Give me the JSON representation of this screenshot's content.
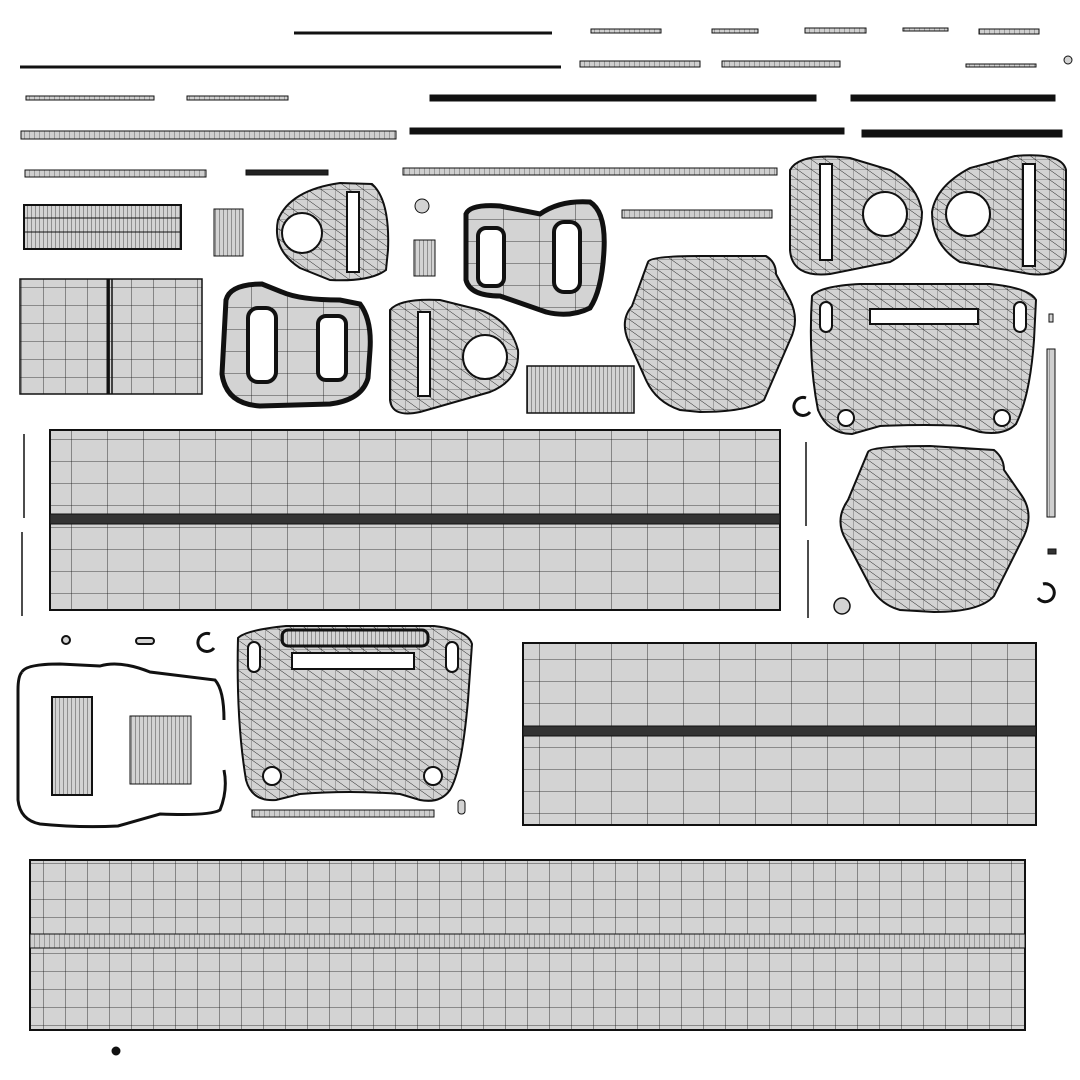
{
  "sheet": {
    "type": "uv-layout-wireframe",
    "background": "#ffffff",
    "fill_color": "#d3d3d3",
    "line_color": "#111111",
    "strip_fill": "#bfbfbf",
    "text_labels": []
  },
  "islands": [
    {
      "name": "top-strip",
      "shape": "strip"
    },
    {
      "name": "long-panel",
      "shape": "grid-panel"
    },
    {
      "name": "pad-piece",
      "shape": "pad"
    },
    {
      "name": "pull-tab",
      "shape": "tab"
    },
    {
      "name": "seat-shell",
      "shape": "bucket"
    },
    {
      "name": "backrest",
      "shape": "backrest"
    },
    {
      "name": "frame-outline",
      "shape": "frame"
    },
    {
      "name": "small-ring",
      "shape": "ring"
    },
    {
      "name": "dot",
      "shape": "dot"
    }
  ]
}
